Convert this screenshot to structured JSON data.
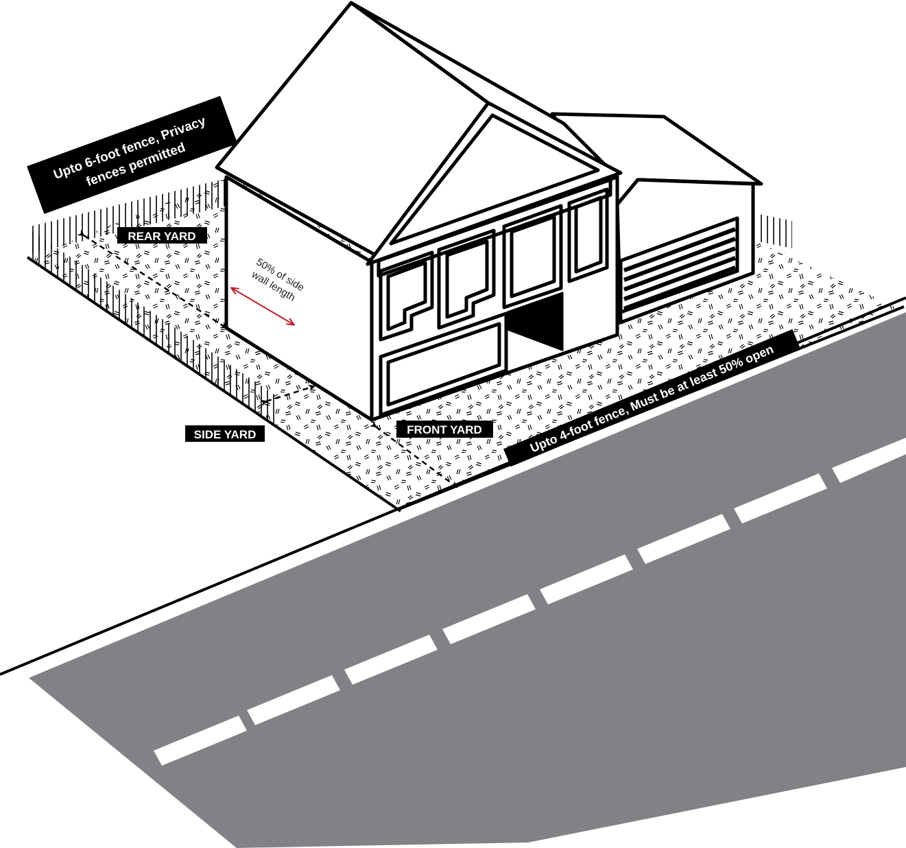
{
  "labels": {
    "rear_fence": {
      "line1": "Upto 6-foot fence, Privacy",
      "line2": "fences permitted"
    },
    "rear_yard": "REAR YARD",
    "side_yard": "SIDE YARD",
    "front_yard": "FRONT YARD",
    "front_fence": "Upto 4-foot fence, Must be at least 50% open",
    "side_wall": {
      "line1": "50% of side",
      "line2": "wall length"
    }
  },
  "colors": {
    "ink": "#000000",
    "road": "#808285",
    "lane_marking": "#ffffff",
    "measure_arrow": "#be1e2d",
    "label_bg": "#000000"
  }
}
